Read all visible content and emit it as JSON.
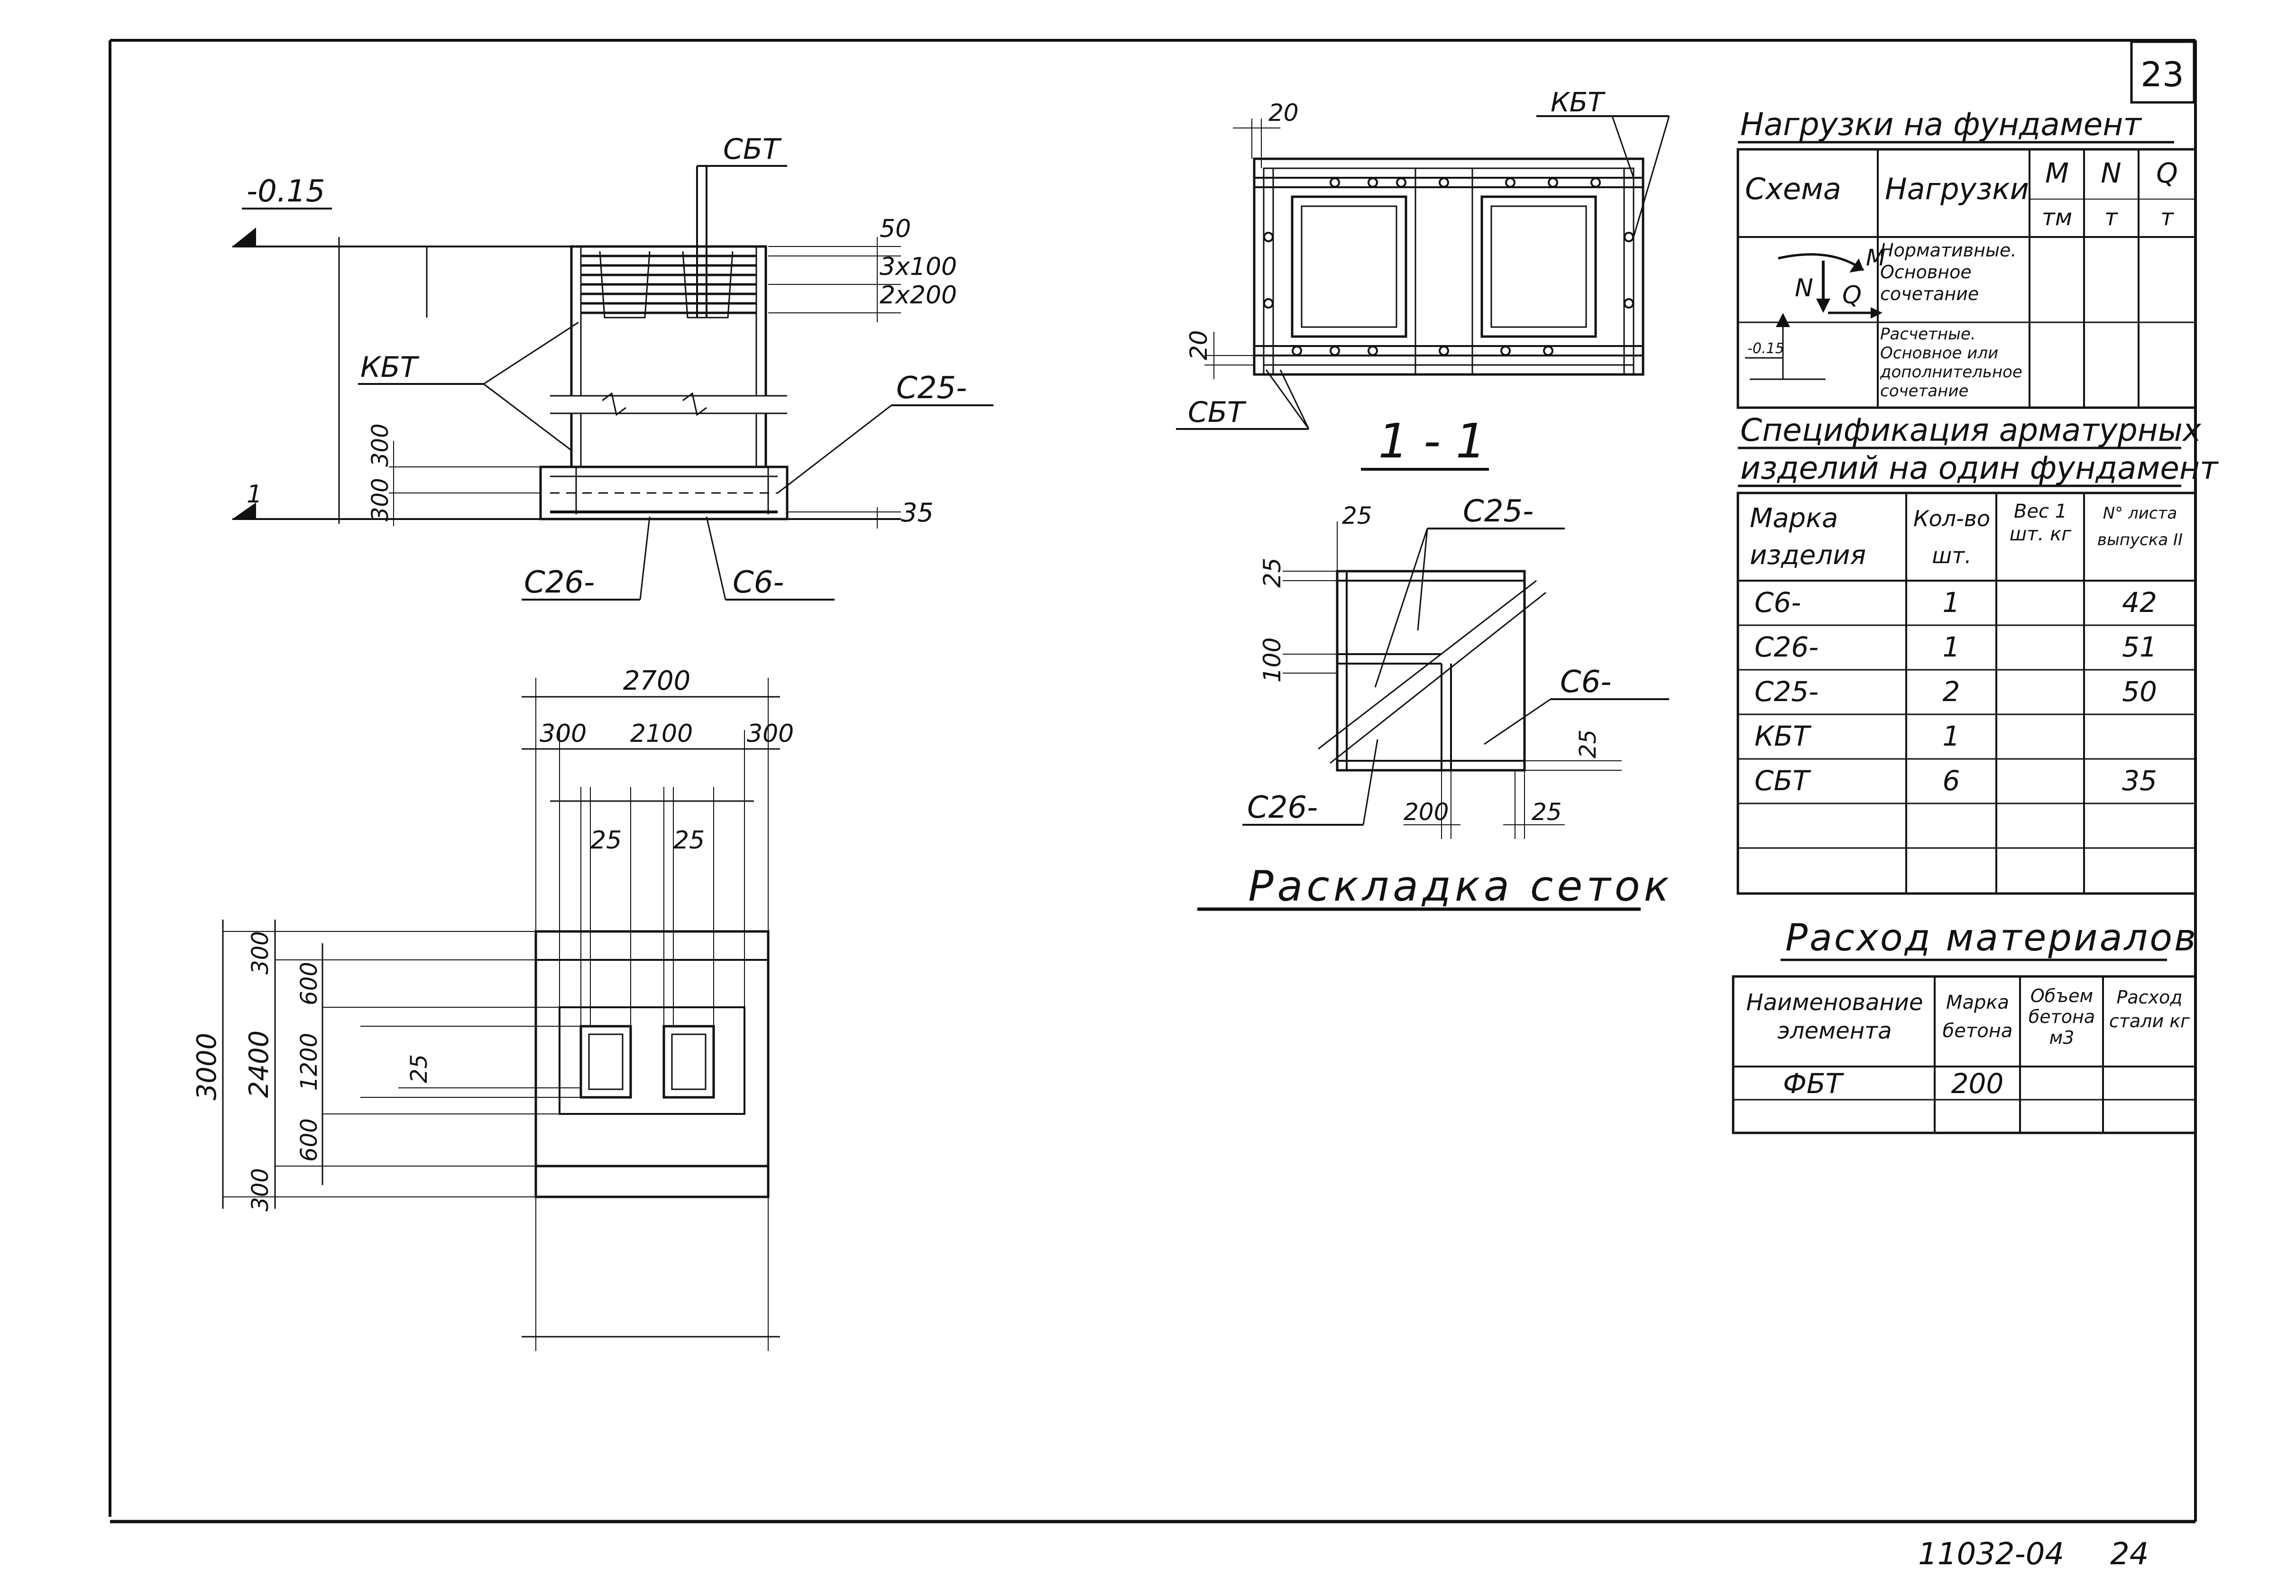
{
  "sheet_number": "23",
  "footer": {
    "code": "11032-04",
    "page": "24"
  },
  "section": {
    "elev_top": "-0.15",
    "elev_bottom": "1",
    "dims": [
      "50",
      "3x100",
      "2x200",
      "300",
      "300",
      "35"
    ],
    "labels": {
      "sbt": "СБТ",
      "kbt": "КБТ",
      "c25": "С25-",
      "c26": "С26-",
      "c6": "С6-"
    }
  },
  "plan": {
    "dim_total_width": "2700",
    "dim_side_left": "300",
    "dim_middle": "2100",
    "dim_side_right": "300",
    "dim_25a": "25",
    "dim_25b": "25",
    "dim_total_height": "3000",
    "dim_height_inner": "2400",
    "dims_vertical": [
      "300",
      "600",
      "1200",
      "600",
      "300"
    ],
    "dim_25c": "25"
  },
  "top_view": {
    "dim_20a": "20",
    "dim_20b": "20",
    "kbt": "КБТ",
    "sbt": "СБТ"
  },
  "section_1_1": {
    "title": "1 - 1"
  },
  "mesh": {
    "labels": {
      "c25": "С25-",
      "c6": "С6-",
      "c26": "С26-"
    },
    "dims": {
      "top_25": "25",
      "left_25": "25",
      "left_100": "100",
      "right_25": "25",
      "bottom_200": "200",
      "bottom_25": "25"
    },
    "title": "Раскладка сеток"
  },
  "loads_table": {
    "title": "Нагрузки на фундамент",
    "headers": [
      "Схема",
      "Нагрузки",
      "M",
      "N",
      "Q"
    ],
    "units": [
      "тм",
      "т",
      "т"
    ],
    "rows": [
      "Нормативные. Основное сочетание",
      "Расчетные. Основное или дополнительное сочетание"
    ],
    "scheme_labels": {
      "m": "M",
      "n": "N",
      "q": "Q",
      "elev": "-0.15"
    }
  },
  "spec_table": {
    "title_line1": "Спецификация арматурных",
    "title_line2": "изделий на один фундамент",
    "headers": [
      "Марка изделия",
      "Кол-во шт.",
      "Вес 1 шт. кг",
      "N° листа выпуска II"
    ],
    "rows": [
      [
        "С6-",
        "1",
        "",
        "42"
      ],
      [
        "С26-",
        "1",
        "",
        "51"
      ],
      [
        "С25-",
        "2",
        "",
        "50"
      ],
      [
        "КБТ",
        "1",
        "",
        ""
      ],
      [
        "СБТ",
        "6",
        "",
        "35"
      ],
      [
        "",
        "",
        "",
        ""
      ],
      [
        "",
        "",
        "",
        ""
      ]
    ]
  },
  "materials_table": {
    "title": "Расход материалов",
    "headers": [
      "Наименование элемента",
      "Марка бетона",
      "Объем бетона м3",
      "Расход стали кг"
    ],
    "rows": [
      [
        "ФБТ",
        "200",
        "",
        ""
      ],
      [
        "",
        "",
        "",
        ""
      ]
    ]
  }
}
